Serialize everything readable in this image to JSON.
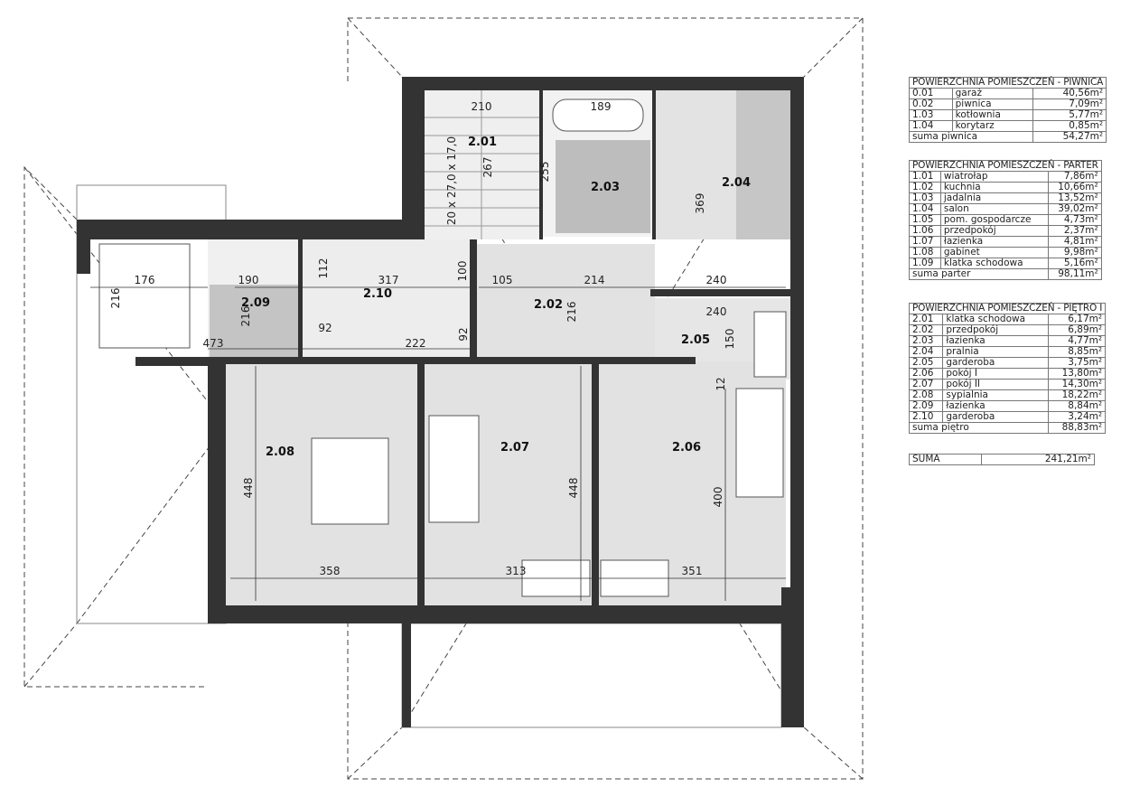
{
  "rooms": {
    "r201": "2.01",
    "r202": "2.02",
    "r203": "2.03",
    "r204": "2.04",
    "r205": "2.05",
    "r206": "2.06",
    "r207": "2.07",
    "r208": "2.08",
    "r209": "2.09",
    "r210": "2.10"
  },
  "stairs_label": "20 x 27,0 x 17,0",
  "dimensions": [
    "210",
    "189",
    "267",
    "255",
    "369",
    "176",
    "216",
    "190",
    "112",
    "317",
    "100",
    "105",
    "214",
    "240",
    "216",
    "216",
    "92",
    "92",
    "473",
    "222",
    "240",
    "150",
    "12",
    "448",
    "448",
    "400",
    "358",
    "313",
    "351"
  ],
  "tables": {
    "piwnica": {
      "title": "POWIERZCHNIA POMIESZCZEŃ - PIWNICA",
      "rows": [
        [
          "0.01",
          "garaż",
          "40,56m²"
        ],
        [
          "0.02",
          "piwnica",
          "7,09m²"
        ],
        [
          "1.03",
          "kotłownia",
          "5,77m²"
        ],
        [
          "1.04",
          "korytarz",
          "0,85m²"
        ]
      ],
      "sum_label": "suma piwnica",
      "sum": "54,27m²"
    },
    "parter": {
      "title": "POWIERZCHNIA POMIESZCZEŃ - PARTER",
      "rows": [
        [
          "1.01",
          "wiatrołap",
          "7,86m²"
        ],
        [
          "1.02",
          "kuchnia",
          "10,66m²"
        ],
        [
          "1.03",
          "jadalnia",
          "13,52m²"
        ],
        [
          "1.04",
          "salon",
          "39,02m²"
        ],
        [
          "1.05",
          "pom. gospodarcze",
          "4,73m²"
        ],
        [
          "1.06",
          "przedpokój",
          "2,37m²"
        ],
        [
          "1.07",
          "łazienka",
          "4,81m²"
        ],
        [
          "1.08",
          "gabinet",
          "9,98m²"
        ],
        [
          "1.09",
          "klatka schodowa",
          "5,16m²"
        ]
      ],
      "sum_label": "suma parter",
      "sum": "98,11m²"
    },
    "pietro": {
      "title": "POWIERZCHNIA POMIESZCZEŃ - PIĘTRO I",
      "rows": [
        [
          "2.01",
          "klatka schodowa",
          "6,17m²"
        ],
        [
          "2.02",
          "przedpokój",
          "6,89m²"
        ],
        [
          "2.03",
          "łazienka",
          "4,77m²"
        ],
        [
          "2.04",
          "pralnia",
          "8,85m²"
        ],
        [
          "2.05",
          "garderoba",
          "3,75m²"
        ],
        [
          "2.06",
          "pokój I",
          "13,80m²"
        ],
        [
          "2.07",
          "pokój II",
          "14,30m²"
        ],
        [
          "2.08",
          "sypialnia",
          "18,22m²"
        ],
        [
          "2.09",
          "łazienka",
          "8,84m²"
        ],
        [
          "2.10",
          "garderoba",
          "3,24m²"
        ]
      ],
      "sum_label": "suma piętro",
      "sum": "88,83m²"
    },
    "total": {
      "label": "SUMA",
      "value": "241,21m²"
    }
  }
}
